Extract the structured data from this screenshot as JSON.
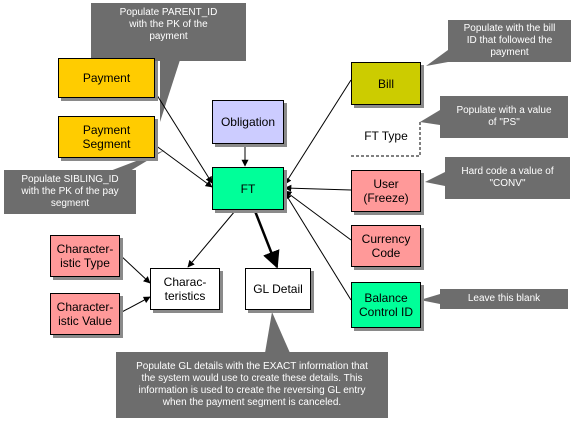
{
  "colors": {
    "payment": "#FFCC00",
    "obligation": "#CCCCFF",
    "ft": "#00FF99",
    "bill": "#CCCC00",
    "salmon": "#FF9999",
    "balance": "#00FF99",
    "white": "#FFFFFF",
    "note": "#6D6D6D",
    "note_text": "#FFFFFF",
    "line": "#000000"
  },
  "nodes": {
    "payment": "Payment",
    "payment_segment": "Payment\nSegment",
    "obligation": "Obligation",
    "ft": "FT",
    "bill": "Bill",
    "ft_type": "FT Type",
    "user_freeze": "User\n(Freeze)",
    "currency_code": "Currency\nCode",
    "balance_control_id": "Balance\nControl ID",
    "characteristic_type": "Character-\nistic Type",
    "characteristic_value": "Character-\nistic Value",
    "characteristics": "Charac-\nteristics",
    "gl_detail": "GL Detail"
  },
  "notes": {
    "parent_id": "Populate PARENT_ID\nwith the PK of the\npayment",
    "sibling_id": "Populate SIBLING_ID\nwith the PK of the pay\nsegment",
    "bill_id": "Populate with the bill\nID that followed the\npayment",
    "ps_value": "Populate with a value\nof \"PS\"",
    "conv_value": "Hard code a value of\n\"CONV\"",
    "leave_blank": "Leave this blank",
    "gl_details": "Populate GL details with the EXACT information that\nthe system would use to create these details. This\ninformation is used to create the reversing GL entry\nwhen the payment segment is canceled."
  }
}
